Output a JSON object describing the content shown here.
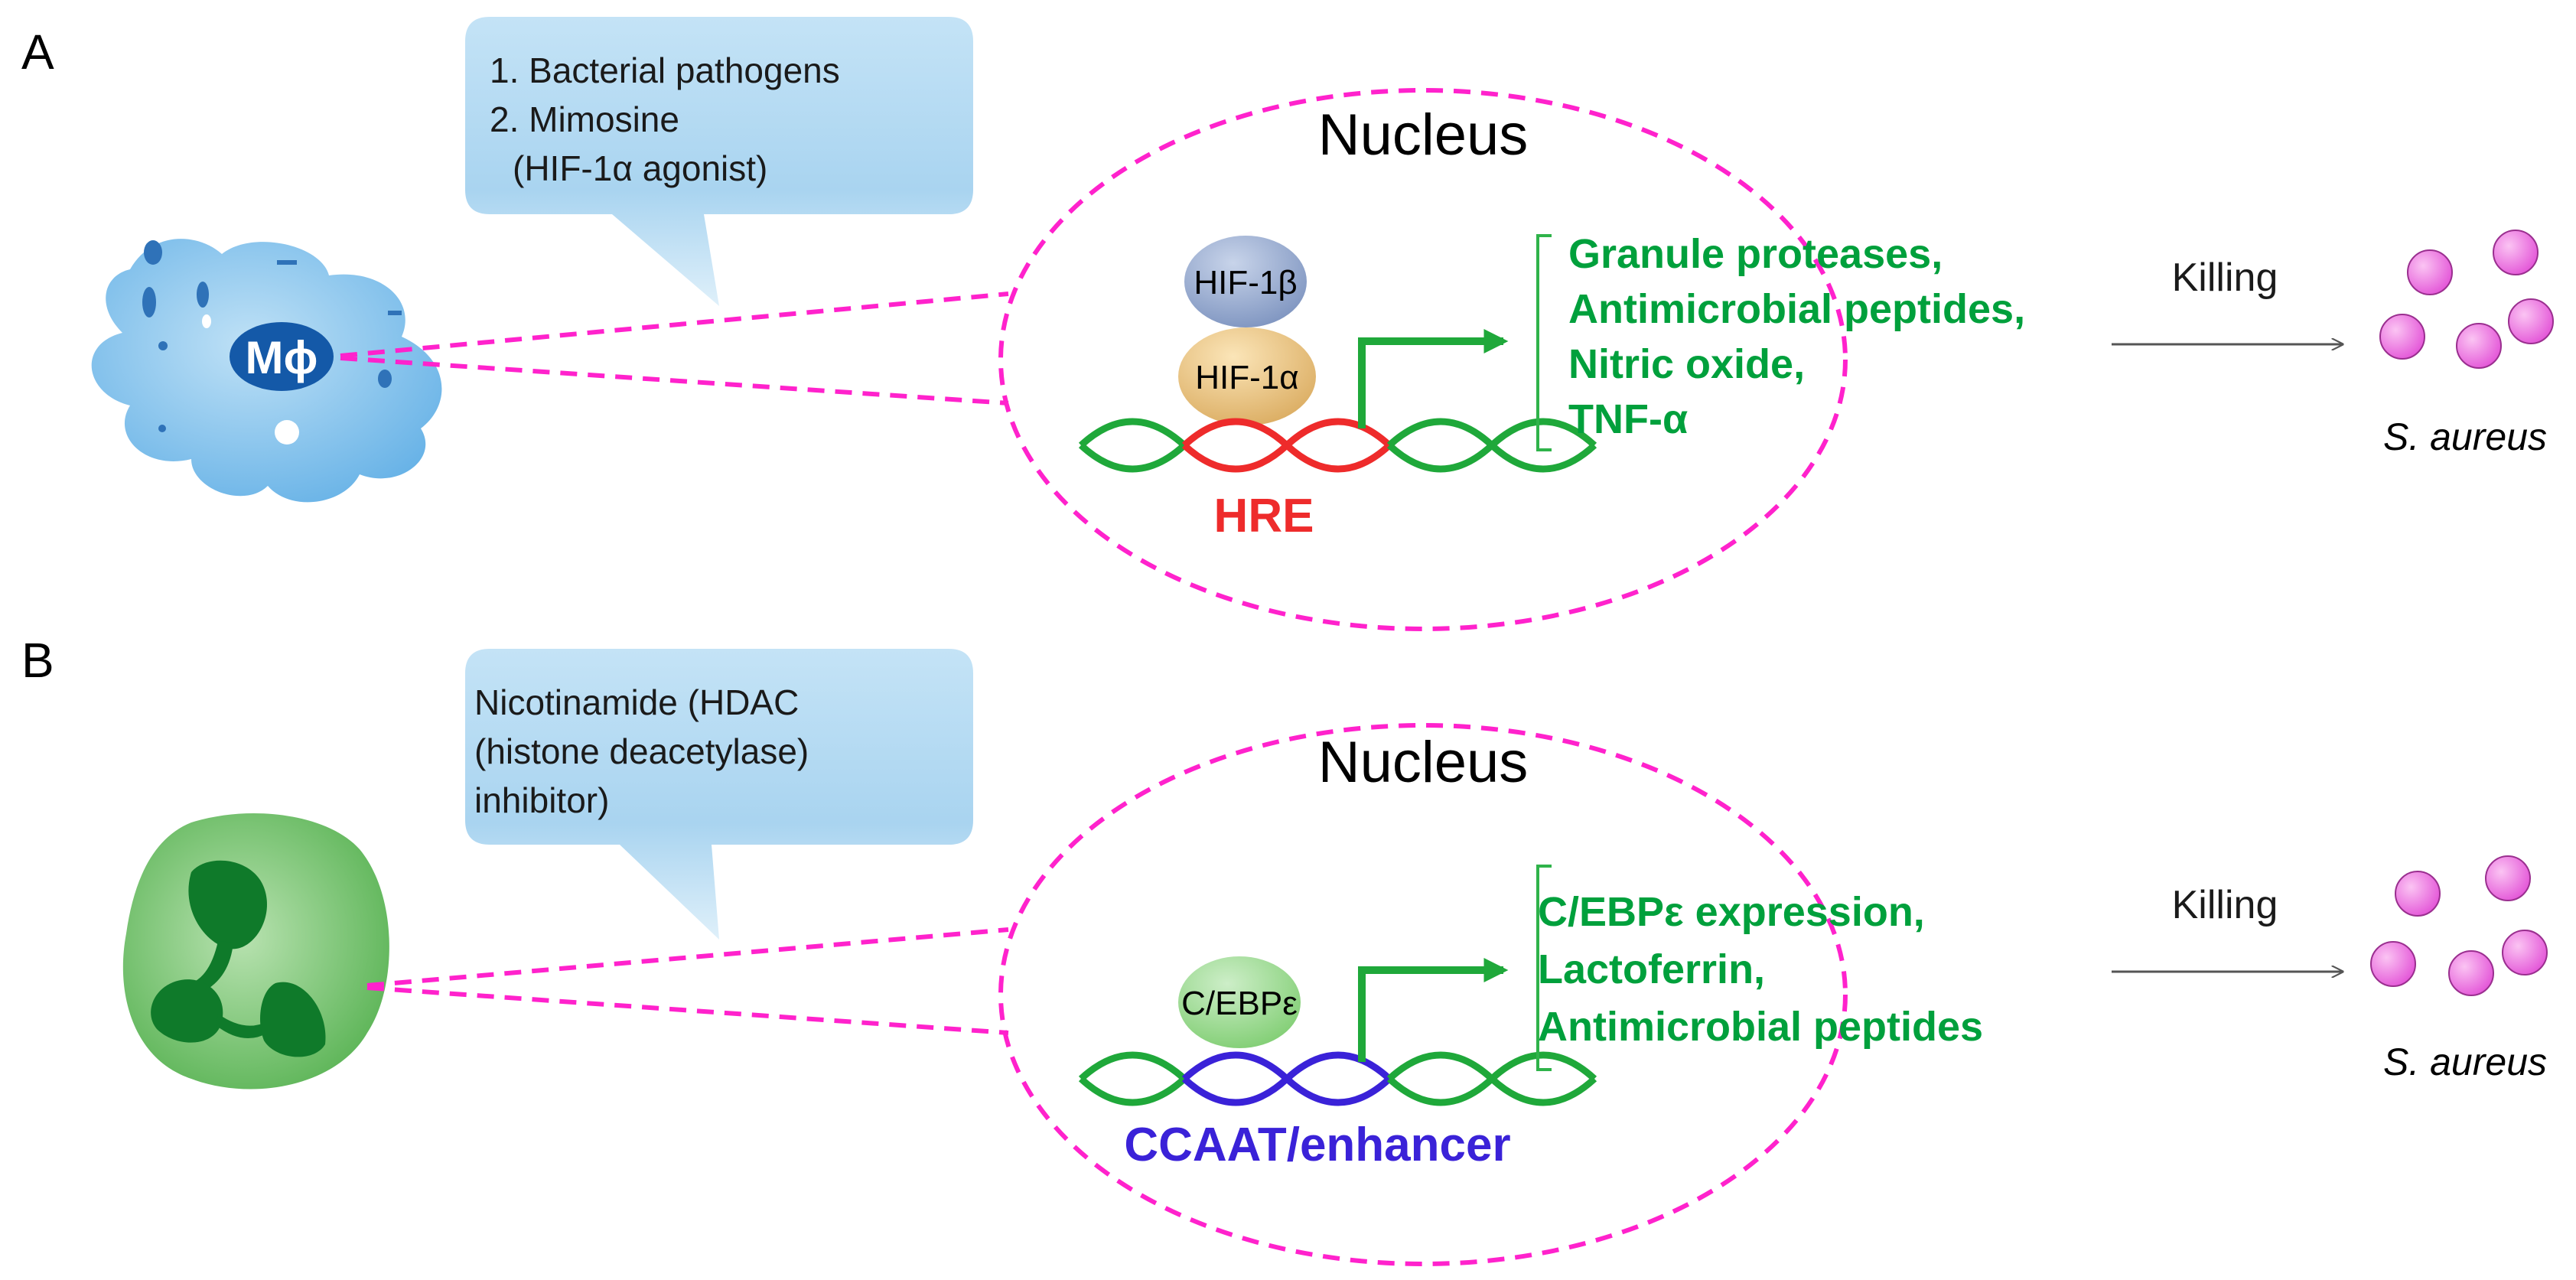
{
  "panel_a": {
    "label": "A",
    "bubble_lines": [
      "1. Bacterial pathogens",
      "2. Mimosine",
      "(HIF-1α agonist)"
    ],
    "cell_label": "Mϕ",
    "nucleus_title": "Nucleus",
    "protein_top": "HIF-1β",
    "protein_bottom": "HIF-1α",
    "binding_site": "HRE",
    "targets": [
      "Granule proteases,",
      "Antimicrobial peptides,",
      "Nitric oxide,",
      "TNF-α"
    ],
    "action": "Killing",
    "bacteria": "S. aureus"
  },
  "panel_b": {
    "label": "B",
    "bubble_lines": [
      "Nicotinamide (HDAC",
      "(histone deacetylase)",
      "inhibitor)"
    ],
    "nucleus_title": "Nucleus",
    "protein": "C/EBPε",
    "binding_site": "CCAAT/enhancer",
    "targets": [
      "C/EBPε expression,",
      "Lactoferrin,",
      "Antimicrobial peptides"
    ],
    "action": "Killing",
    "bacteria": "S. aureus"
  },
  "colors": {
    "dashed_outline": "#ff22cc",
    "dna_strand": "#1fa83a",
    "hre_segment": "#ee2b2b",
    "ccaat_segment": "#3a22d8",
    "gene_text": "#00a03c",
    "bacteria": "#ee55dd",
    "macrophage": "#7fc0ea",
    "neutrophil": "#5cb85c"
  }
}
